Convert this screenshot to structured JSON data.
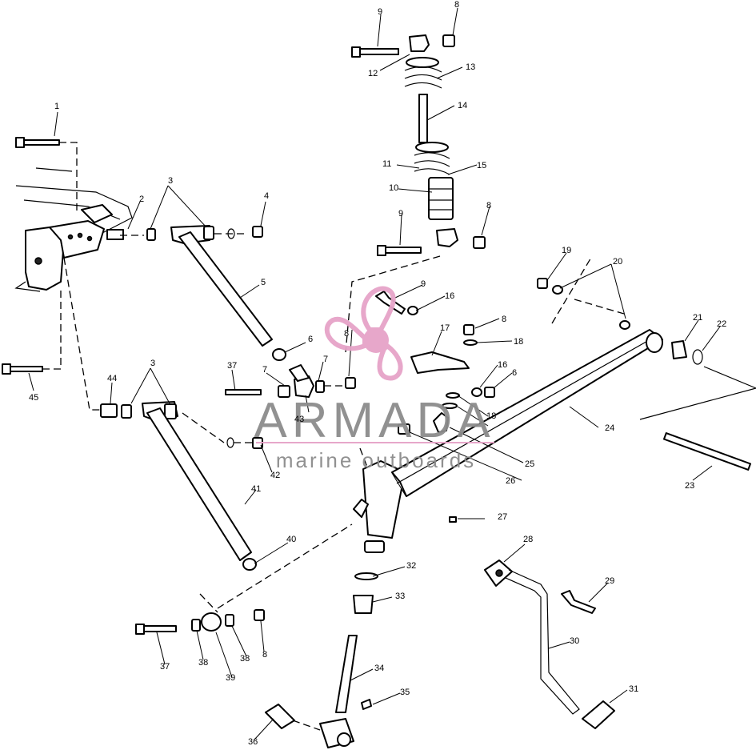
{
  "callouts": [
    "1",
    "2",
    "3",
    "3",
    "4",
    "5",
    "6",
    "6",
    "7",
    "7",
    "8",
    "8",
    "8",
    "8",
    "8",
    "9",
    "9",
    "9",
    "10",
    "11",
    "12",
    "13",
    "14",
    "15",
    "16",
    "16",
    "17",
    "18",
    "18",
    "19",
    "20",
    "21",
    "22",
    "23",
    "24",
    "25",
    "26",
    "27",
    "28",
    "29",
    "30",
    "31",
    "32",
    "33",
    "34",
    "35",
    "36",
    "37",
    "37",
    "38",
    "38",
    "39",
    "40",
    "41",
    "42",
    "43",
    "44",
    "45"
  ],
  "watermark": {
    "brand": "ARMADA",
    "tagline": "marine outboards",
    "brand_color": "#8a8a8a",
    "accent_color": "#e6a3c8"
  }
}
